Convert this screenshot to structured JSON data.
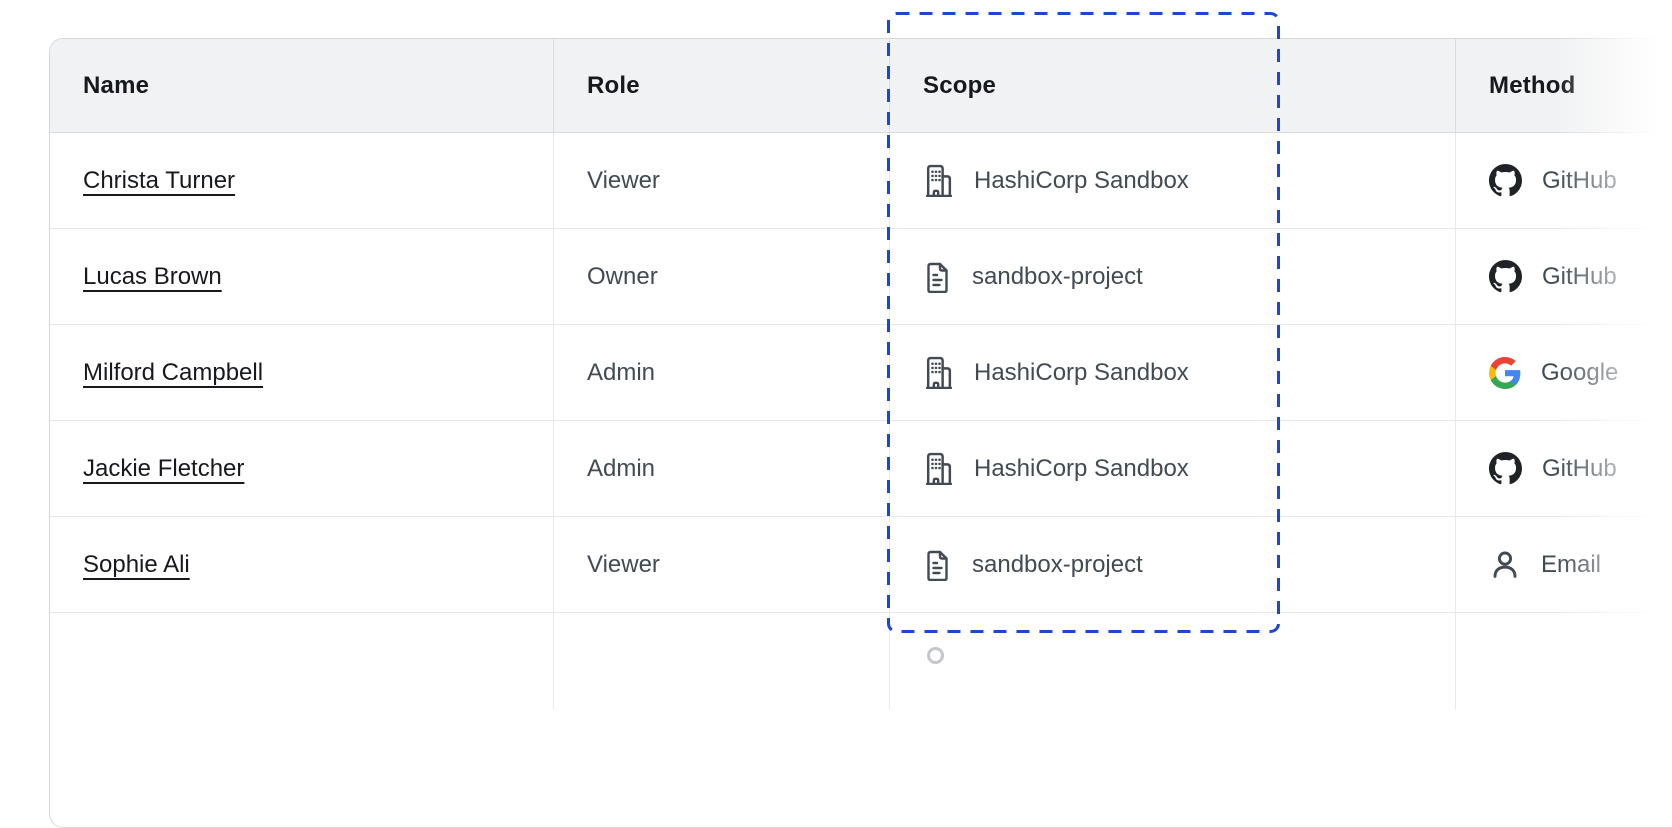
{
  "table": {
    "columns": [
      {
        "key": "name",
        "label": "Name"
      },
      {
        "key": "role",
        "label": "Role"
      },
      {
        "key": "scope",
        "label": "Scope"
      },
      {
        "key": "method",
        "label": "Method"
      }
    ],
    "rows": [
      {
        "name": "Christa Turner",
        "role": "Viewer",
        "scope": {
          "icon": "building-icon",
          "label": "HashiCorp Sandbox"
        },
        "method": {
          "icon": "github-icon",
          "label": "GitHub"
        }
      },
      {
        "name": "Lucas Brown",
        "role": "Owner",
        "scope": {
          "icon": "file-text-icon",
          "label": "sandbox-project"
        },
        "method": {
          "icon": "github-icon",
          "label": "GitHub"
        }
      },
      {
        "name": "Milford Campbell",
        "role": "Admin",
        "scope": {
          "icon": "building-icon",
          "label": "HashiCorp Sandbox"
        },
        "method": {
          "icon": "google-icon",
          "label": "Google"
        }
      },
      {
        "name": "Jackie Fletcher",
        "role": "Admin",
        "scope": {
          "icon": "building-icon",
          "label": "HashiCorp Sandbox"
        },
        "method": {
          "icon": "github-icon",
          "label": "GitHub"
        }
      },
      {
        "name": "Sophie Ali",
        "role": "Viewer",
        "scope": {
          "icon": "file-text-icon",
          "label": "sandbox-project"
        },
        "method": {
          "icon": "person-icon",
          "label": "Email"
        }
      }
    ]
  },
  "highlight": {
    "target_column": "Scope",
    "style": "dashed-outline",
    "color": "#1b47d7"
  },
  "colors": {
    "header_bg": "#f1f2f3",
    "table_border": "#d5d8db",
    "row_border": "#e6e8ea",
    "text_primary": "#17191c",
    "text_secondary": "#424b53",
    "github_black": "#1f2328",
    "google_blue": "#4285F4",
    "google_green": "#34A853",
    "google_yellow": "#FBBC05",
    "google_red": "#EA4335"
  }
}
